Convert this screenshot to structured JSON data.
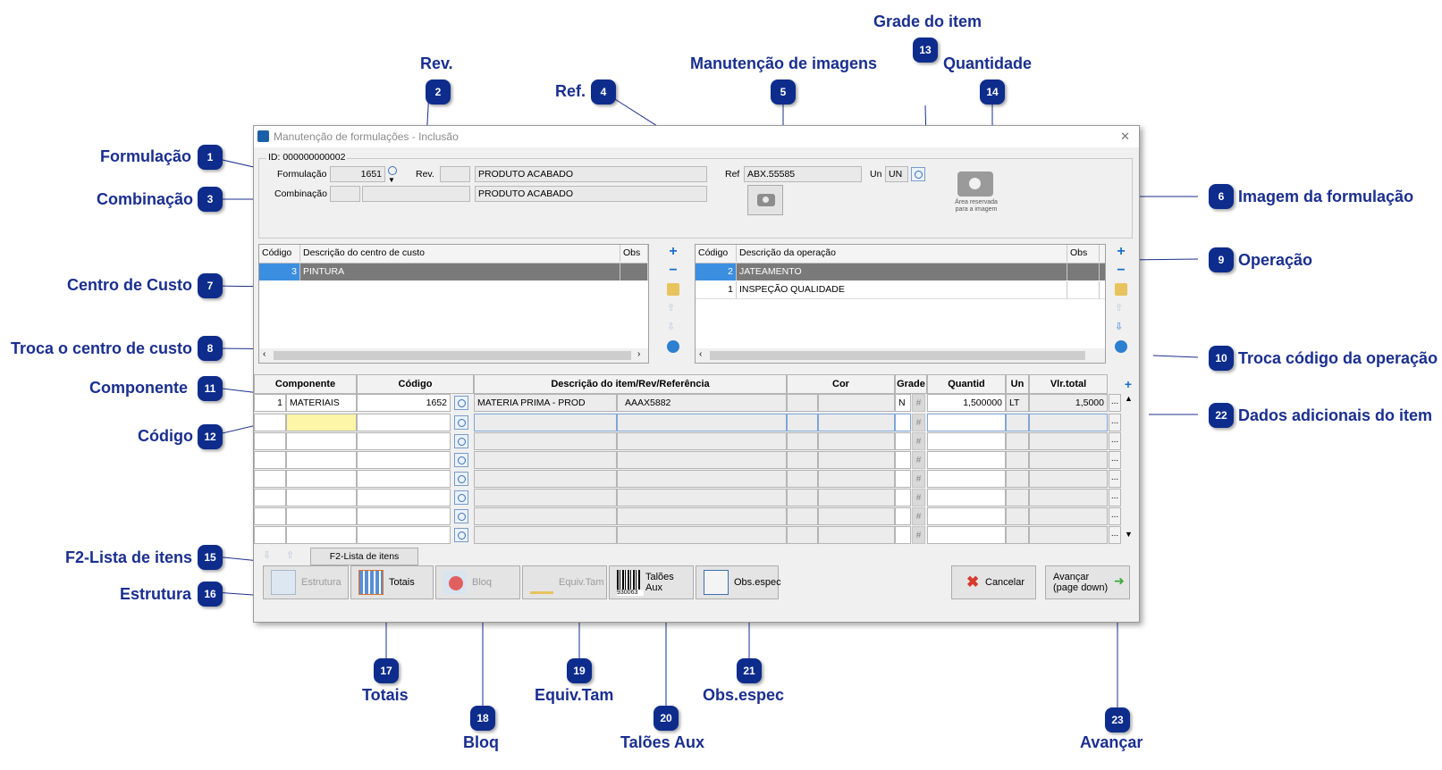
{
  "callouts": {
    "c1": "Formulação",
    "c2": "Rev.",
    "c3": "Combinação",
    "c4": "Ref.",
    "c5": "Manutenção de imagens",
    "c6": "Imagem da formulação",
    "c7": "Centro de Custo",
    "c8": "Troca o centro de custo",
    "c9": "Operação",
    "c10": "Troca código da operação",
    "c11": "Componente",
    "c12": "Código",
    "c13": "Grade do item",
    "c14": "Quantidade",
    "c15": "F2-Lista de itens",
    "c16": "Estrutura",
    "c17": "Totais",
    "c18": "Bloq",
    "c19": "Equiv.Tam",
    "c20": "Talões Aux",
    "c21": "Obs.espec",
    "c22": "Dados adicionais do item",
    "c23": "Avançar"
  },
  "badges": [
    "1",
    "2",
    "3",
    "4",
    "5",
    "6",
    "7",
    "8",
    "9",
    "10",
    "11",
    "12",
    "13",
    "14",
    "15",
    "16",
    "17",
    "18",
    "19",
    "20",
    "21",
    "22",
    "23"
  ],
  "window": {
    "title": "Manutenção de formulações - Inclusão",
    "close": "✕",
    "id_label": "ID: 000000000002"
  },
  "header": {
    "formulacao_label": "Formulação",
    "formulacao_value": "1651",
    "rev_label": "Rev.",
    "rev_value": "",
    "desc1": "PRODUTO ACABADO",
    "combinacao_label": "Combinação",
    "desc2": "PRODUTO ACABADO",
    "ref_label": "Ref",
    "ref_value": "ABX.55585",
    "un_label": "Un",
    "un_value": "UN",
    "image_area": "Área reservada para a imagem"
  },
  "cost_center_grid": {
    "headers": [
      "Código",
      "Descrição do centro de custo",
      "Obs"
    ],
    "rows": [
      [
        "3",
        "PINTURA",
        ""
      ]
    ]
  },
  "operation_grid": {
    "headers": [
      "Código",
      "Descrição da operação",
      "Obs"
    ],
    "rows": [
      [
        "2",
        "JATEAMENTO",
        ""
      ],
      [
        "1",
        "INSPEÇÃO QUALIDADE",
        ""
      ]
    ]
  },
  "items_grid": {
    "headers": [
      "Componente",
      "Código",
      "Descrição do item/Rev/Referência",
      "Cor",
      "Grade",
      "Quantid",
      "Un",
      "Vlr.total"
    ],
    "row1": {
      "num": "1",
      "componente": "MATERIAIS",
      "codigo": "1652",
      "descricao": "MATERIA PRIMA - PROD",
      "referencia": "AAAX5882",
      "grade": "N",
      "quantid": "1,500000",
      "un": "LT",
      "vlr": "1,5000"
    },
    "hash": "#",
    "dots": "..."
  },
  "buttons": {
    "f2": "F2-Lista de itens",
    "estrutura": "Estrutura",
    "totais": "Totais",
    "bloq": "Bloq",
    "equiv": "Equiv.Tam",
    "taloes": "Talões Aux",
    "taloes_code": "930063",
    "obs": "Obs.espec",
    "cancelar": "Cancelar",
    "avancar1": "Avançar",
    "avancar2": "(page down)"
  }
}
